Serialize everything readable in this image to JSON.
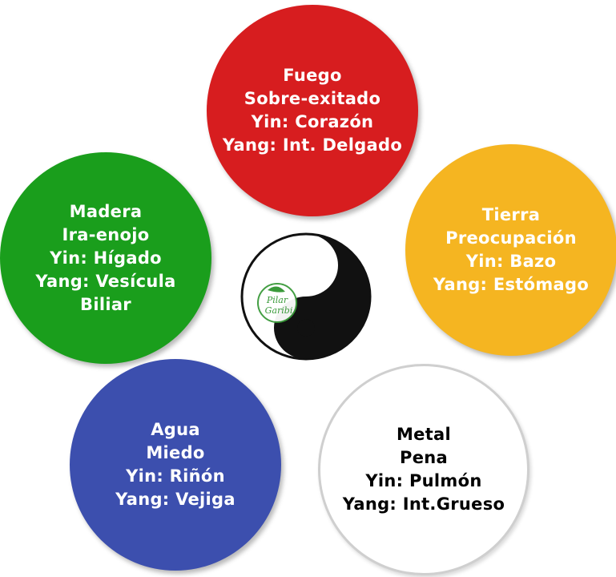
{
  "elements": {
    "fuego": {
      "color": "#d71d1f",
      "text_color": "#ffffff",
      "lines": [
        "Fuego",
        "Sobre-exitado",
        "Yin: Corazón",
        "Yang: Int. Delgado"
      ]
    },
    "madera": {
      "color": "#1a9e1c",
      "text_color": "#ffffff",
      "lines": [
        "Madera",
        "Ira-enojo",
        "Yin: Hígado",
        "Yang: Vesícula",
        "Biliar"
      ]
    },
    "tierra": {
      "color": "#f5b521",
      "text_color": "#ffffff",
      "lines": [
        "Tierra",
        "Preocupación",
        "Yin: Bazo",
        "Yang: Estómago"
      ]
    },
    "agua": {
      "color": "#3c4fae",
      "text_color": "#ffffff",
      "lines": [
        "Agua",
        "Miedo",
        "Yin: Riñón",
        "Yang: Vejiga"
      ]
    },
    "metal": {
      "color": "#ffffff",
      "text_color": "#000000",
      "lines": [
        "Metal",
        "Pena",
        "Yin: Pulmón",
        "Yang: Int.Grueso"
      ]
    }
  },
  "center": {
    "icon": "yin-yang-icon",
    "logo_text": [
      "Pilar",
      "Garibi"
    ],
    "logo_color": "#3a9a3a"
  }
}
